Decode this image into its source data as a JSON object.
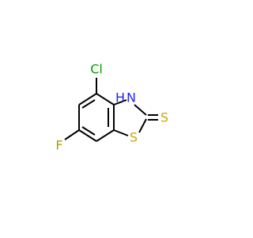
{
  "molecule": {
    "atoms": {
      "chlorine": {
        "label": "Cl",
        "color": "#00a000"
      },
      "fluorine": {
        "label": "F",
        "color": "#b0a000"
      },
      "sulfur_ring": {
        "label": "S",
        "color": "#c8a800"
      },
      "sulfur_thione": {
        "label": "S",
        "color": "#c8a800"
      },
      "nitrogen": {
        "label": "N",
        "color": "#1f1fff"
      },
      "hydrogen_on_n": {
        "label": "H",
        "color": "#1f1fff"
      }
    },
    "bond_color": "#000000"
  }
}
